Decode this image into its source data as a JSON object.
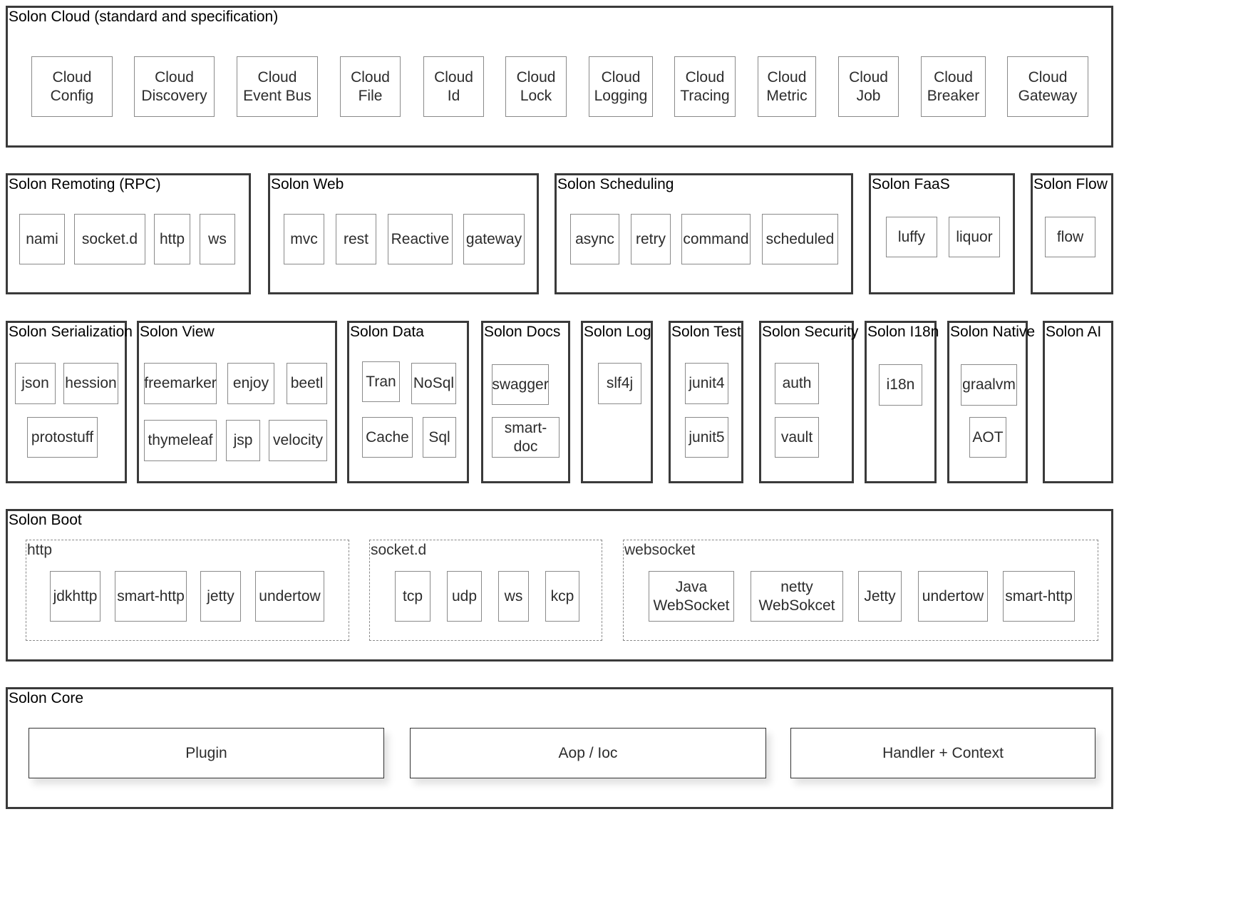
{
  "cloud": {
    "title": "Solon Cloud (standard and specification)",
    "items": [
      "Cloud\nConfig",
      "Cloud\nDiscovery",
      "Cloud\nEvent Bus",
      "Cloud\nFile",
      "Cloud\nId",
      "Cloud\nLock",
      "Cloud\nLogging",
      "Cloud\nTracing",
      "Cloud\nMetric",
      "Cloud\nJob",
      "Cloud\nBreaker",
      "Cloud\nGateway"
    ]
  },
  "row2": {
    "remoting": {
      "title": "Solon Remoting (RPC)",
      "items": [
        "nami",
        "socket.d",
        "http",
        "ws"
      ]
    },
    "web": {
      "title": "Solon Web",
      "items": [
        "mvc",
        "rest",
        "Reactive",
        "gateway"
      ]
    },
    "scheduling": {
      "title": "Solon Scheduling",
      "items": [
        "async",
        "retry",
        "command",
        "scheduled"
      ]
    },
    "faas": {
      "title": "Solon FaaS",
      "items": [
        "luffy",
        "liquor"
      ]
    },
    "flow": {
      "title": "Solon Flow",
      "items": [
        "flow"
      ]
    }
  },
  "row3": {
    "serialization": {
      "title": "Solon Serialization",
      "items": [
        "json",
        "hession",
        "protostuff"
      ]
    },
    "view": {
      "title": "Solon View",
      "items": [
        "freemarker",
        "enjoy",
        "beetl",
        "thymeleaf",
        "jsp",
        "velocity"
      ]
    },
    "data": {
      "title": "Solon Data",
      "items": [
        "Tran",
        "NoSql",
        "Cache",
        "Sql"
      ]
    },
    "docs": {
      "title": "Solon Docs",
      "items": [
        "swagger",
        "smart-doc"
      ]
    },
    "log": {
      "title": "Solon Log",
      "items": [
        "slf4j"
      ]
    },
    "test": {
      "title": "Solon Test",
      "items": [
        "junit4",
        "junit5"
      ]
    },
    "security": {
      "title": "Solon Security",
      "items": [
        "auth",
        "vault"
      ]
    },
    "i18n": {
      "title": "Solon I18n",
      "items": [
        "i18n"
      ]
    },
    "native": {
      "title": "Solon Native",
      "items": [
        "graalvm",
        "AOT"
      ]
    },
    "ai": {
      "title": "Solon AI"
    }
  },
  "boot": {
    "title": "Solon Boot",
    "http": {
      "title": "http",
      "items": [
        "jdkhttp",
        "smart-http",
        "jetty",
        "undertow"
      ]
    },
    "socketd": {
      "title": "socket.d",
      "items": [
        "tcp",
        "udp",
        "ws",
        "kcp"
      ]
    },
    "websocket": {
      "title": "websocket",
      "items": [
        "Java\nWebSocket",
        "netty\nWebSokcet",
        "Jetty",
        "undertow",
        "smart-http"
      ]
    }
  },
  "core": {
    "title": "Solon Core",
    "items": [
      "Plugin",
      "Aop / Ioc",
      "Handler + Context"
    ]
  }
}
